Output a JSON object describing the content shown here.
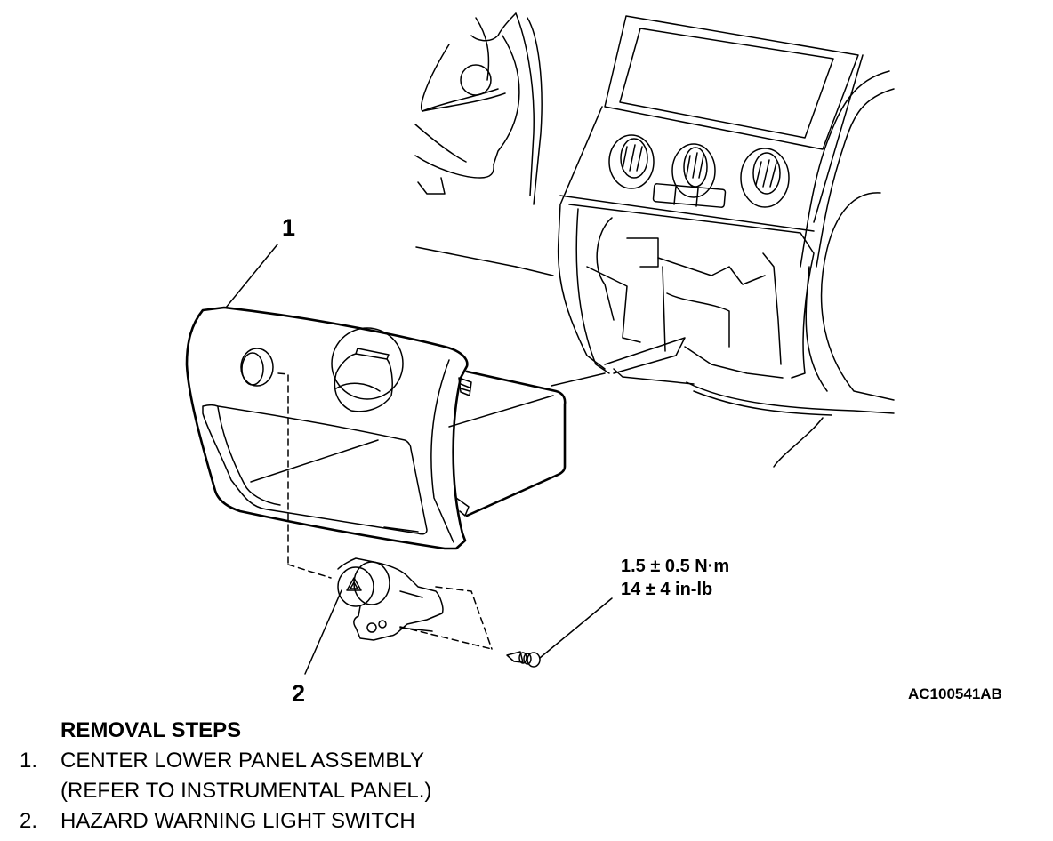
{
  "diagram": {
    "figure_id": "AC100541AB",
    "callouts": [
      {
        "number": "1",
        "part": "center-lower-panel-assembly"
      },
      {
        "number": "2",
        "part": "hazard-warning-light-switch"
      }
    ],
    "torque_spec": {
      "metric": "1.5 ± 0.5 N·m",
      "imperial": "14 ± 4 in-lb"
    },
    "symbols": {
      "hazard_switch_icon": "△"
    }
  },
  "removal_steps": {
    "title": "REMOVAL STEPS",
    "steps": [
      {
        "number": "1.",
        "text": "CENTER LOWER PANEL ASSEMBLY",
        "note": "(REFER TO INSTRUMENTAL PANEL.)"
      },
      {
        "number": "2.",
        "text": "HAZARD WARNING LIGHT SWITCH"
      }
    ]
  }
}
